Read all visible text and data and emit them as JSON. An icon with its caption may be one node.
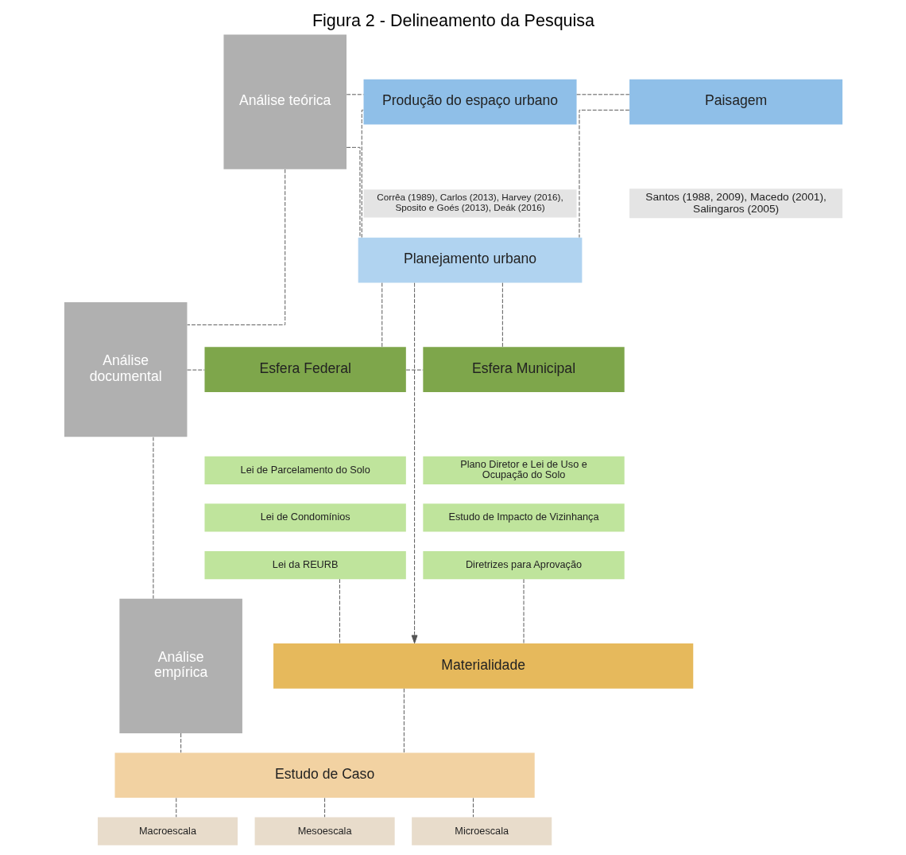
{
  "diagram": {
    "title": "Figura 2 - Delineamento da Pesquisa",
    "nodes": [
      {
        "text": [
          "Análise teórica"
        ]
      },
      {
        "text": [
          "Produção do espaço urbano"
        ]
      },
      {
        "text": [
          "Corrêa (1989), Carlos (2013), Harvey (2016), Sposito e Goés (2013), Deák (2016)"
        ]
      },
      {
        "text": [
          "Paisagem"
        ]
      },
      {
        "text": [
          "Santos (1988, 2009), Macedo (2001), Salingaros (2005)"
        ]
      },
      {
        "text": [
          "Planejamento urbano"
        ]
      },
      {
        "text": [
          "Análise documental"
        ]
      },
      {
        "text": [
          "Esfera Federal"
        ]
      },
      {
        "text": [
          "Lei de Parcelamento do Solo"
        ]
      },
      {
        "text": [
          "Lei de Condomínios"
        ]
      },
      {
        "text": [
          "Lei da REURB"
        ]
      },
      {
        "text": [
          "Esfera Municipal"
        ]
      },
      {
        "text": [
          "Plano Diretor e Lei de Uso e Ocupação do Solo"
        ]
      },
      {
        "text": [
          "Estudo de Impacto de Vizinhança"
        ]
      },
      {
        "text": [
          "Diretrizes para Aprovação"
        ]
      },
      {
        "text": [
          "Análise empírica"
        ]
      },
      {
        "text": [
          "Materialidade"
        ]
      },
      {
        "text": [
          "Estudo de Caso"
        ]
      },
      {
        "text": [
          "Macroescala"
        ]
      },
      {
        "text": [
          "Mesoescala"
        ]
      },
      {
        "text": [
          "Microescala"
        ]
      }
    ],
    "edges": [
      {
        "from": 0,
        "to": 1,
        "arrow": "none",
        "style": "dashed"
      },
      {
        "from": 0,
        "to": 5,
        "arrow": "none",
        "style": "dashed"
      },
      {
        "from": 1,
        "to": 3,
        "arrow": "none",
        "style": "dashed"
      },
      {
        "from": 1,
        "to": 5,
        "arrow": "none",
        "style": "dashed"
      },
      {
        "from": 3,
        "to": 5,
        "arrow": "none",
        "style": "dashed"
      },
      {
        "from": 5,
        "to": 16,
        "arrow": "to",
        "style": "dashed"
      },
      {
        "from": 0,
        "to": 6,
        "arrow": "none",
        "style": "dashed"
      },
      {
        "from": 6,
        "to": 7,
        "arrow": "none",
        "style": "dashed"
      },
      {
        "from": 5,
        "to": 7,
        "arrow": "none",
        "style": "dashed"
      },
      {
        "from": 5,
        "to": 11,
        "arrow": "none",
        "style": "dashed"
      },
      {
        "from": 7,
        "to": 11,
        "arrow": "none",
        "style": "dashed"
      },
      {
        "from": 6,
        "to": 15,
        "arrow": "none",
        "style": "dashed"
      },
      {
        "from": 10,
        "to": 16,
        "arrow": "none",
        "style": "dashed"
      },
      {
        "from": 14,
        "to": 16,
        "arrow": "none",
        "style": "dashed"
      },
      {
        "from": 16,
        "to": 17,
        "arrow": "none",
        "style": "dashed"
      },
      {
        "from": 15,
        "to": 17,
        "arrow": "none",
        "style": "dashed"
      },
      {
        "from": 17,
        "to": 18,
        "arrow": "none",
        "style": "dashed"
      },
      {
        "from": 17,
        "to": 19,
        "arrow": "none",
        "style": "dashed"
      },
      {
        "from": 17,
        "to": 20,
        "arrow": "none",
        "style": "dashed"
      }
    ]
  }
}
